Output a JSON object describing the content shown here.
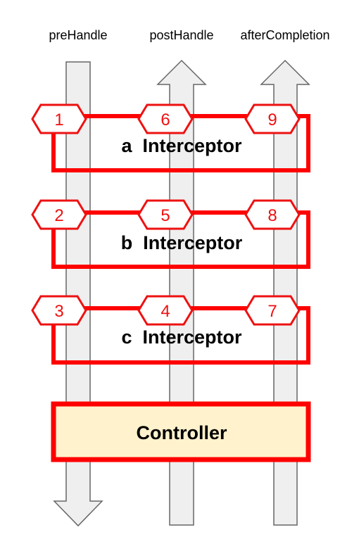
{
  "columns": [
    {
      "label": "preHandle",
      "direction": "down"
    },
    {
      "label": "postHandle",
      "direction": "up"
    },
    {
      "label": "afterCompletion",
      "direction": "up"
    }
  ],
  "interceptors": [
    {
      "label": "a  Interceptor",
      "steps": [
        "1",
        "6",
        "9"
      ]
    },
    {
      "label": "b  Interceptor",
      "steps": [
        "2",
        "5",
        "8"
      ]
    },
    {
      "label": "c  Interceptor",
      "steps": [
        "3",
        "4",
        "7"
      ]
    }
  ],
  "controller": {
    "label": "Controller"
  },
  "colors": {
    "border_red": "#ff0000",
    "step_red": "#ee1111",
    "arrow_fill": "#efefef",
    "arrow_stroke": "#666666",
    "controller_fill": "#fff2cc"
  }
}
